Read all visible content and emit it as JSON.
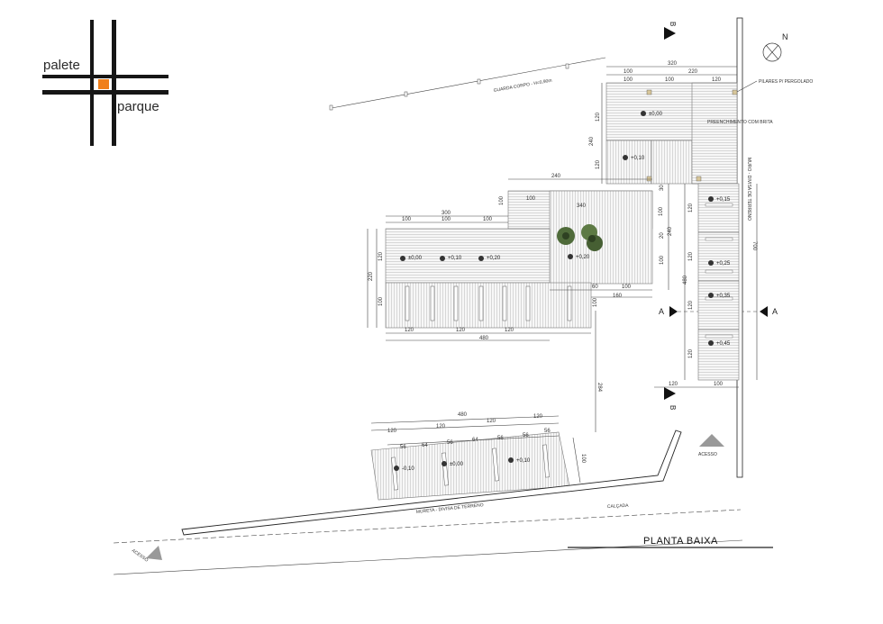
{
  "logo": {
    "word_top": "palete",
    "word_bottom": "parque",
    "accent_color": "#f07f1a"
  },
  "drawing_title": "PLANTA BAIXA",
  "north_label": "N",
  "section_marks": {
    "a_left": "A",
    "a_right": "A",
    "b_top": "B",
    "b_bottom": "B"
  },
  "labels": {
    "guarda_corpo": "GUARDA CORPO - H=0,90m",
    "pilares": "PILARES P/ PERGOLADO",
    "preenchimento": "PREENCHIMENTO COM BRITA",
    "muro": "MURO - DIVISA DE TERRENO",
    "mureta": "MURETA - DIVISA DE TERRENO",
    "calcada": "CALÇADA",
    "acesso_right": "ACESSO",
    "acesso_left": "ACESSO"
  },
  "levels": {
    "top_000": "±0,00",
    "top_010": "+0,10",
    "left_000": "±0,00",
    "left_010": "+0,10",
    "left_020": "+0,20",
    "center_020": "+0,20",
    "ramp_015": "+0,15",
    "ramp_025": "+0,25",
    "ramp_035": "+0,35",
    "ramp_045": "+0,45",
    "bottom_m010": "-0,10",
    "bottom_000": "±0,00",
    "bottom_010": "+0,10"
  },
  "dims": {
    "d320": "320",
    "d100a": "100",
    "d220": "220",
    "d120a": "120",
    "v120a": "120",
    "v240": "240",
    "v120b": "120",
    "d240": "240",
    "d100b": "100",
    "d340": "340",
    "v100c": "100",
    "v30": "30",
    "d300": "300",
    "d100c": "100",
    "d100d": "100",
    "d100e": "100",
    "v120c": "120",
    "v220": "220",
    "v100d": "100",
    "d120b": "120",
    "d120c": "120",
    "d120d": "120",
    "d480a": "480",
    "d60": "60",
    "d100f": "100",
    "d160": "160",
    "v100e": "100",
    "v240b": "240",
    "v20": "20",
    "v100f": "100",
    "v480": "480",
    "v120d": "120",
    "v120e": "120",
    "v120f": "120",
    "v120g": "120",
    "v700": "700",
    "v284": "284",
    "d120e": "120",
    "d100g": "100",
    "d480b": "480",
    "d120f": "120",
    "d120g": "120",
    "d120h": "120",
    "d120i": "120",
    "d56a": "56",
    "d64a": "64",
    "d56b": "56",
    "d64b": "64",
    "d56c": "56",
    "d56d": "56",
    "v100g": "100"
  }
}
